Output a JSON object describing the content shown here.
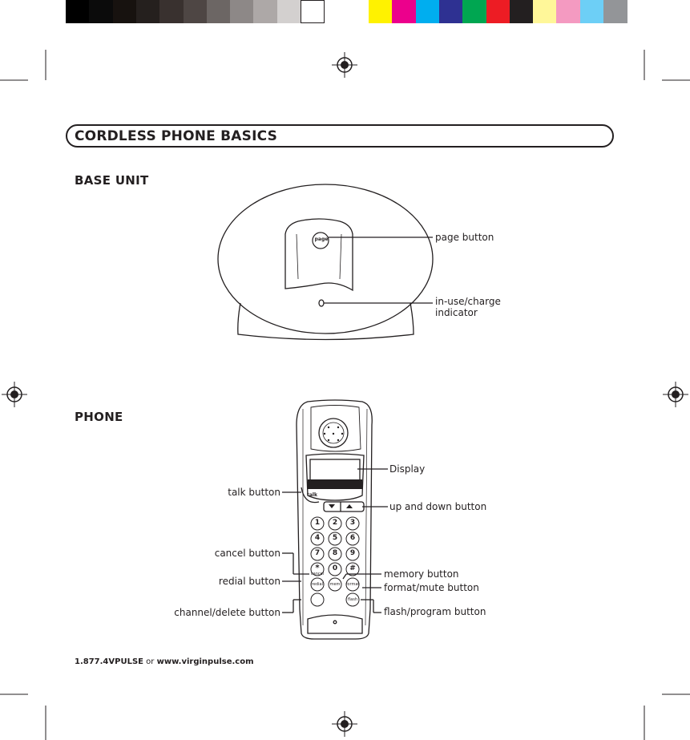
{
  "color_bar": {
    "gray_swatches": [
      "#000000",
      "#0b0b0b",
      "#17120f",
      "#25201e",
      "#39312f",
      "#4e4644",
      "#6c6664",
      "#8d8887",
      "#ada8a7",
      "#d3d0cf",
      "#ffffff"
    ],
    "color_swatches": [
      "#fff200",
      "#ec008c",
      "#00aeef",
      "#2e3192",
      "#00a651",
      "#ed1c24",
      "#231f20",
      "#fff799",
      "#f49ac1",
      "#6dcff6",
      "#939598"
    ]
  },
  "header": {
    "title": "CORDLESS PHONE BASICS"
  },
  "base_unit": {
    "heading": "BASE UNIT",
    "page_key_text": "page",
    "labels": {
      "page_button": "page button",
      "indicator_line1": "in-use/charge",
      "indicator_line2": "indicator"
    }
  },
  "phone": {
    "heading": "PHONE",
    "keys": {
      "talk": "talk",
      "cancel": "cancel",
      "redial": "redial",
      "memory": "mem",
      "format": "format",
      "flash": "flash"
    },
    "keypad_digits": [
      "1",
      "2",
      "3",
      "4",
      "5",
      "6",
      "7",
      "8",
      "9",
      "*",
      "0",
      "#"
    ],
    "labels": {
      "display": "Display",
      "talk_button": "talk button",
      "up_down_button": "up and down button",
      "cancel_button": "cancel button",
      "memory_button": "memory button",
      "redial_button": "redial button",
      "format_mute_button": "format/mute button",
      "channel_delete_button": "channel/delete button",
      "flash_program_button": "flash/program button"
    }
  },
  "footer": {
    "phone_number": "1.877.4VPULSE",
    "conjunction": "or",
    "url": "www.virginpulse.com"
  }
}
